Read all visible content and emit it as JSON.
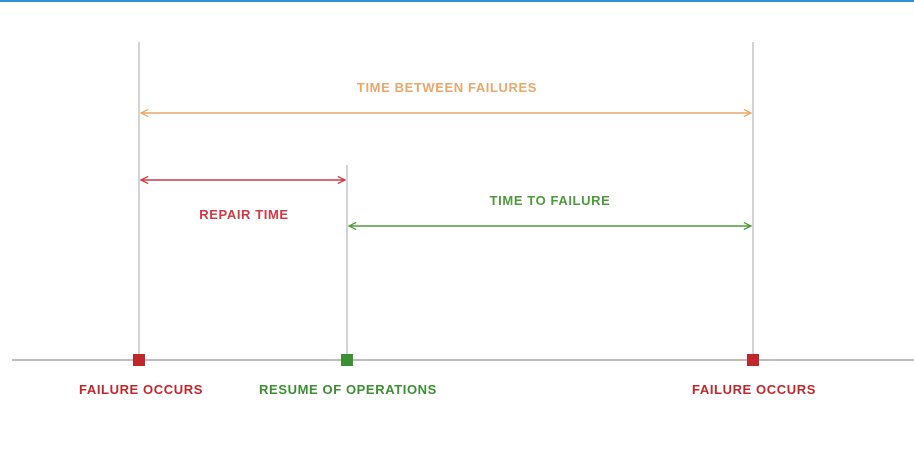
{
  "colors": {
    "top_border": "#2f8fde",
    "timeline": "#bdbdbd",
    "guide_line": "#a9a9a9",
    "between": "#e8a86a",
    "repair": "#cf3a44",
    "ttf": "#4f9a3a",
    "failure": "#c0272d",
    "resume": "#3c8f32"
  },
  "spans": {
    "between": {
      "label": "TIME BETWEEN FAILURES"
    },
    "repair": {
      "label": "REPAIR TIME"
    },
    "ttf": {
      "label": "TIME TO FAILURE"
    }
  },
  "events": [
    {
      "label": "FAILURE OCCURS",
      "type": "failure",
      "icon": "square-marker"
    },
    {
      "label": "RESUME OF OPERATIONS",
      "type": "resume",
      "icon": "square-marker"
    },
    {
      "label": "FAILURE OCCURS",
      "type": "failure",
      "icon": "square-marker"
    }
  ]
}
